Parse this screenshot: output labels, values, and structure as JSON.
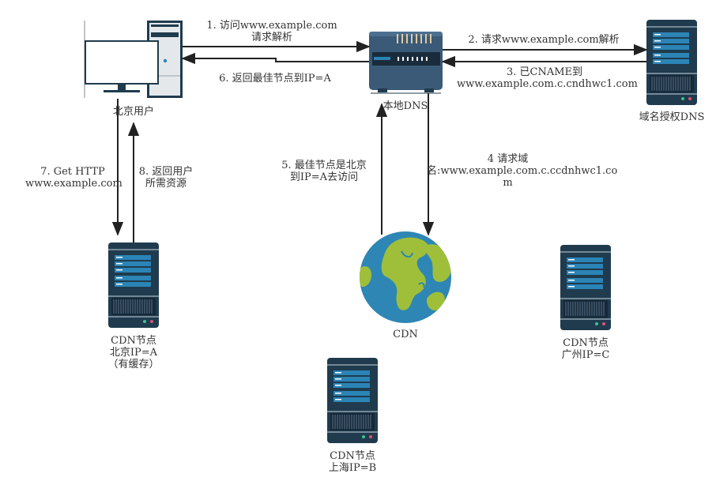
{
  "nodes": {
    "user": {
      "label": "北京用户"
    },
    "local_dns": {
      "label": "本地DNS"
    },
    "auth_dns": {
      "label": "域名授权DNS"
    },
    "cdn": {
      "label": "CDN"
    },
    "cdn_beijing": {
      "label": "CDN节点\n北京IP=A\n（有缓存）"
    },
    "cdn_shanghai": {
      "label": "CDN节点\n上海IP=B"
    },
    "cdn_guangzhou": {
      "label": "CDN节点\n广州IP=C"
    }
  },
  "edges": {
    "e1": {
      "label": "1. 访问www.example.com\n请求解析"
    },
    "e2": {
      "label": "2. 请求www.example.com解析"
    },
    "e3": {
      "label": "3. 已CNAME到\nwww.example.com.c.cndhwc1.com"
    },
    "e4": {
      "label": "4 请求域\n名:www.example.com.c.ccdnhwc1.co\nm"
    },
    "e5": {
      "label": "5. 最佳节点是北京\n到IP=A去访问"
    },
    "e6": {
      "label": "6. 返回最佳节点到IP=A"
    },
    "e7": {
      "label": "7. Get HTTP\nwww.example.com"
    },
    "e8": {
      "label": "8. 返回用户\n所需资源"
    }
  },
  "colors": {
    "server_dark": "#1f3b4d",
    "server_panel": "#2b84b6",
    "router_body": "#3a5a78",
    "globe_ocean": "#2e86b5",
    "globe_land": "#9fbf3a",
    "arrow": "#222222"
  }
}
